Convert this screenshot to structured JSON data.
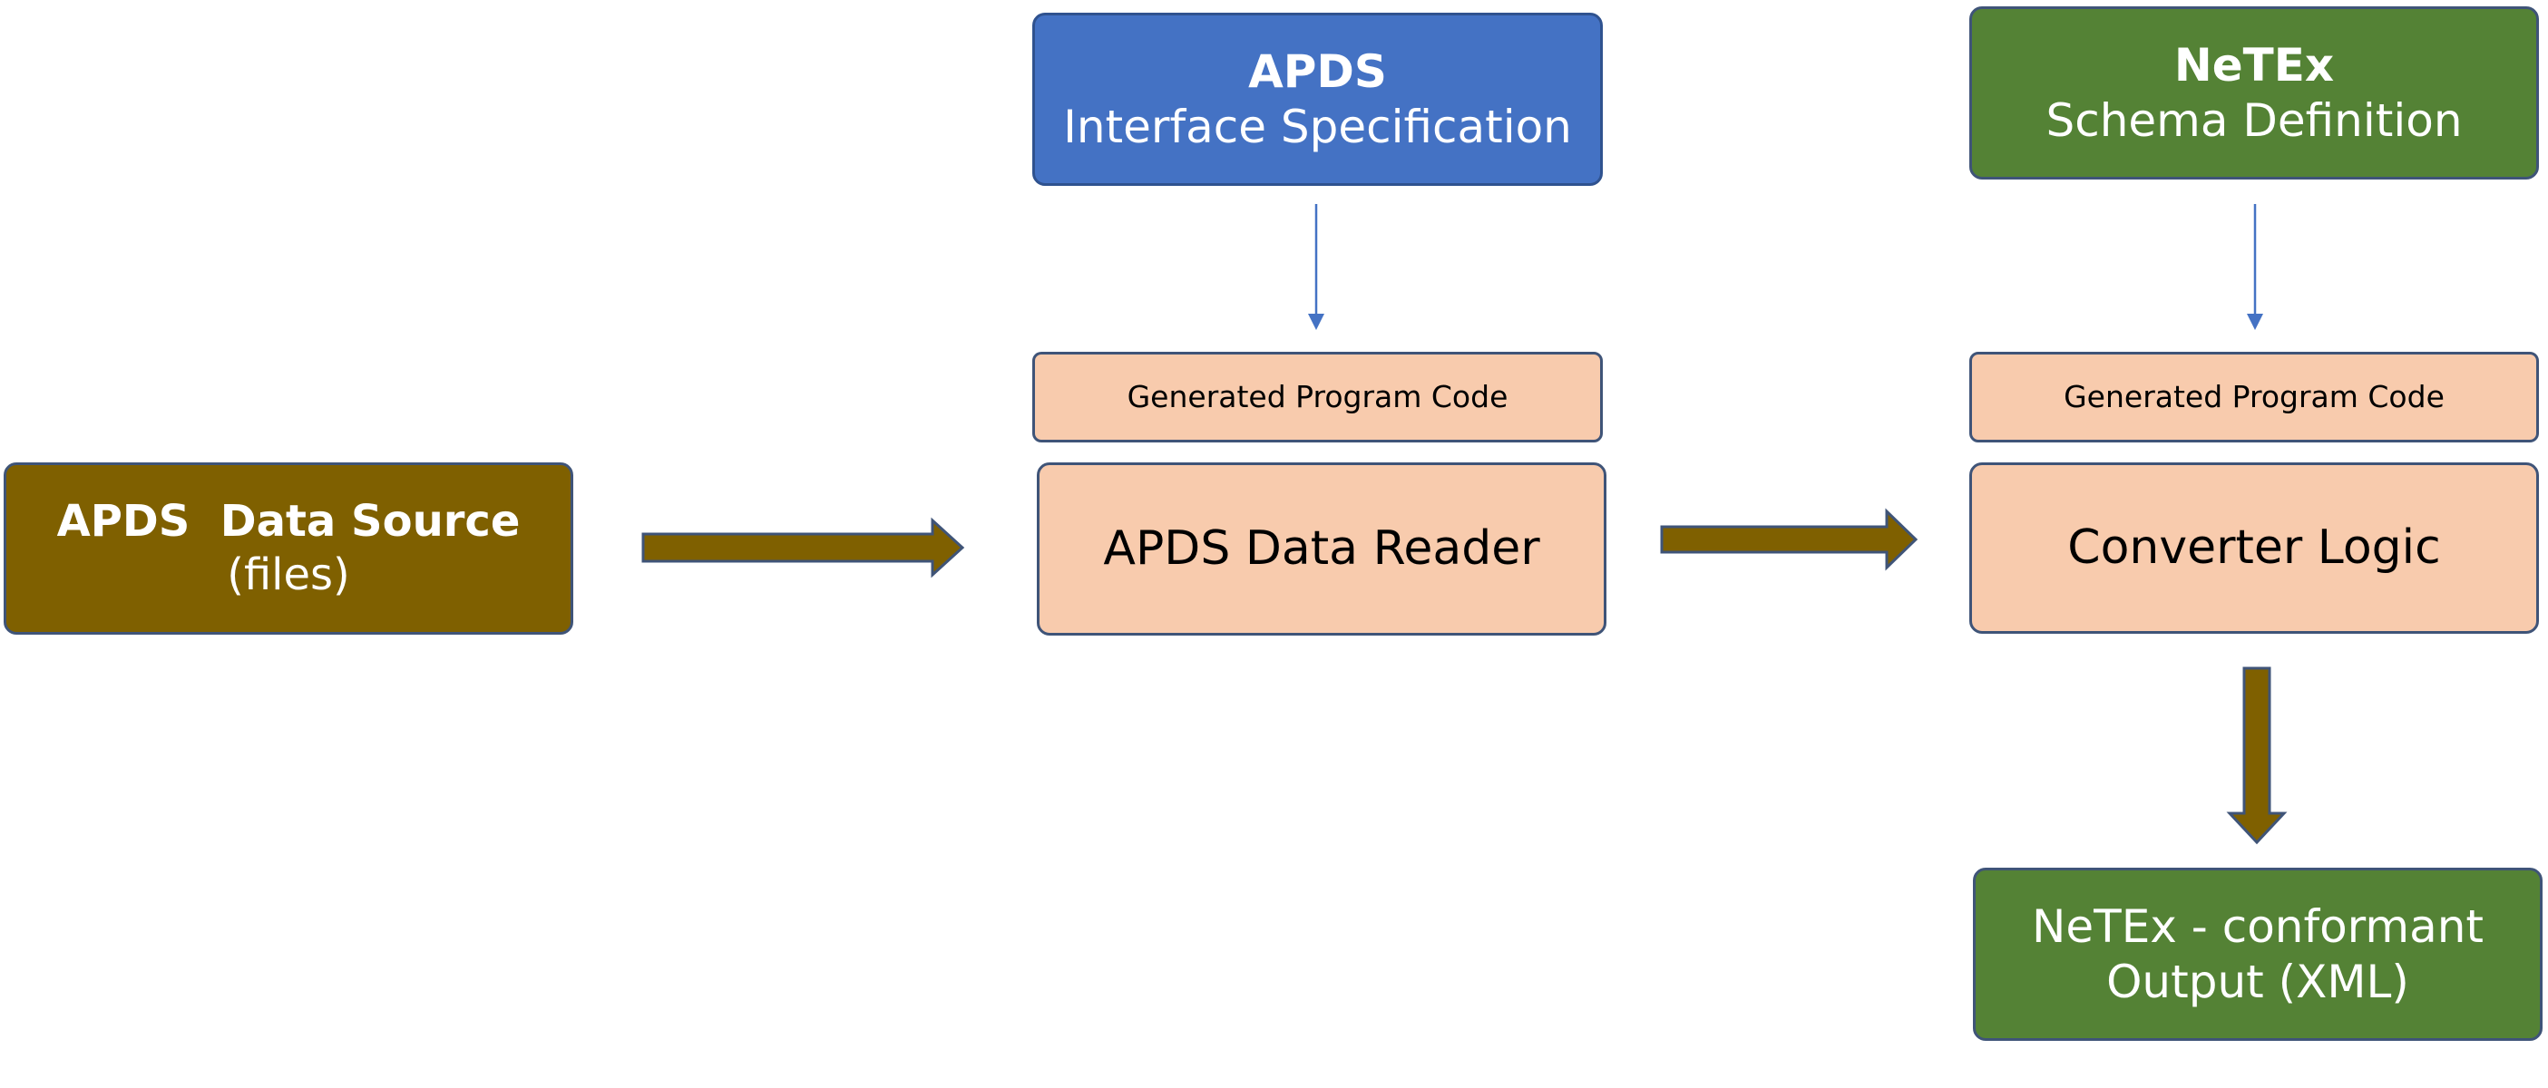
{
  "diagram": {
    "source": {
      "title": "APDS  Data Source",
      "subtitle": "(files)"
    },
    "apds_spec": {
      "title": "APDS",
      "subtitle": "Interface Specification"
    },
    "netex_schema": {
      "title": "NeTEx",
      "subtitle": "Schema Definition"
    },
    "apds_codegen": {
      "label": "Generated Program Code"
    },
    "apds_reader": {
      "label": "APDS Data Reader"
    },
    "netex_codegen": {
      "label": "Generated Program Code"
    },
    "converter": {
      "label": "Converter Logic"
    },
    "output": {
      "line1": "NeTEx - conformant",
      "line2": "Output (XML)"
    }
  },
  "colors": {
    "source": "#7f6000",
    "spec": "#4472c4",
    "schema": "#548235",
    "code": "#f8cbad",
    "border": "#3f5478",
    "thin_arrow": "#4472c4",
    "block_arrow_fill": "#7f6000",
    "block_arrow_stroke": "#3f5478"
  }
}
